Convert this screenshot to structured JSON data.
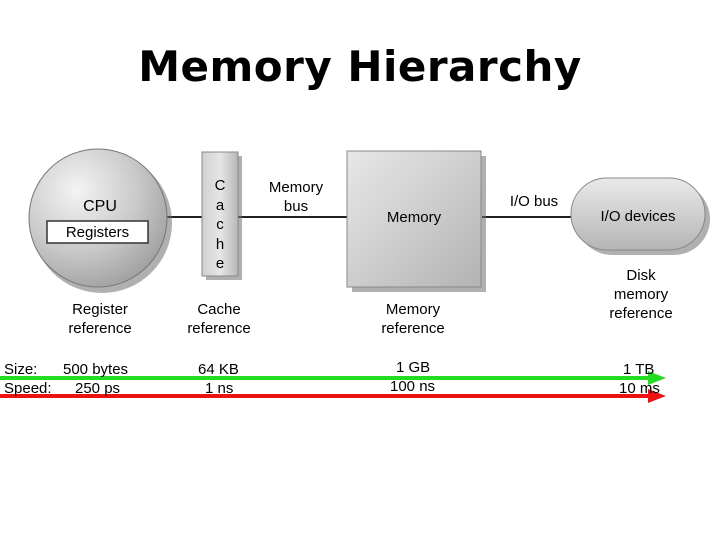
{
  "title": "Memory Hierarchy",
  "nodes": {
    "cpu": "CPU",
    "registers": "Registers",
    "cache_letters": [
      "C",
      "a",
      "c",
      "h",
      "e"
    ],
    "memory": "Memory",
    "io_devices": "I/O devices"
  },
  "buses": {
    "memory_bus": [
      "Memory",
      "bus"
    ],
    "io_bus": "I/O bus"
  },
  "references": {
    "register": [
      "Register",
      "reference"
    ],
    "cache": [
      "Cache",
      "reference"
    ],
    "memory": [
      "Memory",
      "reference"
    ],
    "disk": [
      "Disk",
      "memory",
      "reference"
    ]
  },
  "size_row": {
    "label": "Size:",
    "values": [
      "500 bytes",
      "64 KB",
      "1 GB",
      "1 TB"
    ]
  },
  "speed_row": {
    "label": "Speed:",
    "values": [
      "250 ps",
      "1 ns",
      "100 ns",
      "10 ms"
    ]
  },
  "colors": {
    "size_arrow": "#22dd22",
    "speed_arrow": "#ee1111"
  }
}
